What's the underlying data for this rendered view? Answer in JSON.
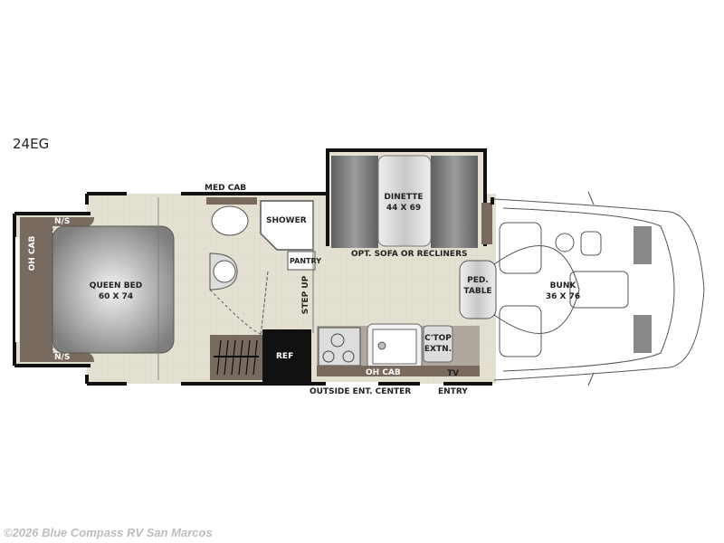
{
  "model_name": "24EG",
  "floorplan": {
    "rooms": {
      "oh_cab_rear": "OH CAB",
      "ns_top": "N/S",
      "ns_bottom": "N/S",
      "queen_bed": {
        "name": "QUEEN BED",
        "size": "60 X 74"
      },
      "med_cab": "MED CAB",
      "shower": "SHOWER",
      "pantry": "PANTRY",
      "step_up": "STEP UP",
      "ref": "REF",
      "dinette": {
        "name": "DINETTE",
        "size": "44 X 69"
      },
      "opt_sofa": "OPT. SOFA OR RECLINERS",
      "ped_table": {
        "line1": "PED.",
        "line2": "TABLE"
      },
      "ctop_extn": {
        "line1": "C'TOP",
        "line2": "EXTN."
      },
      "oh_cab_kitchen": "OH CAB",
      "tv": "TV",
      "outside_ent_center": "OUTSIDE ENT. CENTER",
      "entry": "ENTRY",
      "bunk": {
        "name": "BUNK",
        "size": "36 X 76"
      }
    },
    "colors": {
      "floor": "#e4e0d2",
      "wall": "#111111",
      "cabinet": "#786a5e",
      "bed": "#8a8a8a",
      "dinette_seat": "#6f7173"
    }
  },
  "watermark": "©2026 Blue Compass RV San Marcos"
}
